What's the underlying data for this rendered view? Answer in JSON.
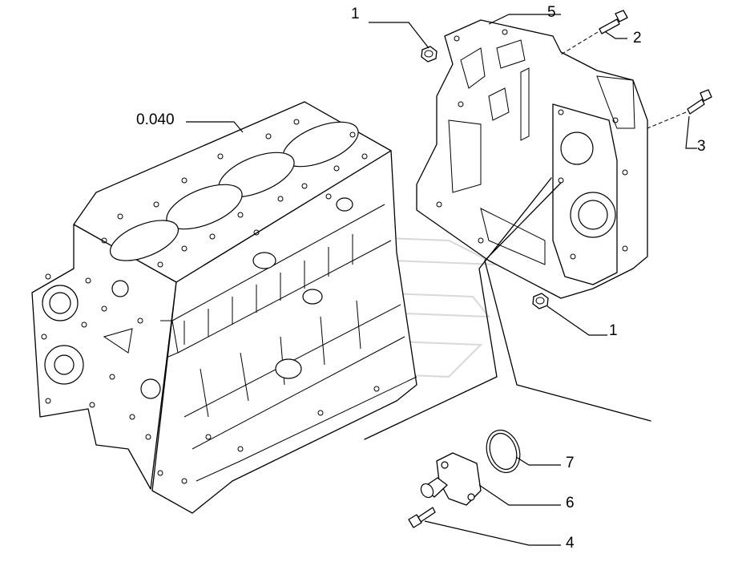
{
  "callouts": {
    "c1_top": "1",
    "c5": "5",
    "c2": "2",
    "c3": "3",
    "c0040": "0.040",
    "c1_mid": "1",
    "c7": "7",
    "c6": "6",
    "c4": "4"
  }
}
